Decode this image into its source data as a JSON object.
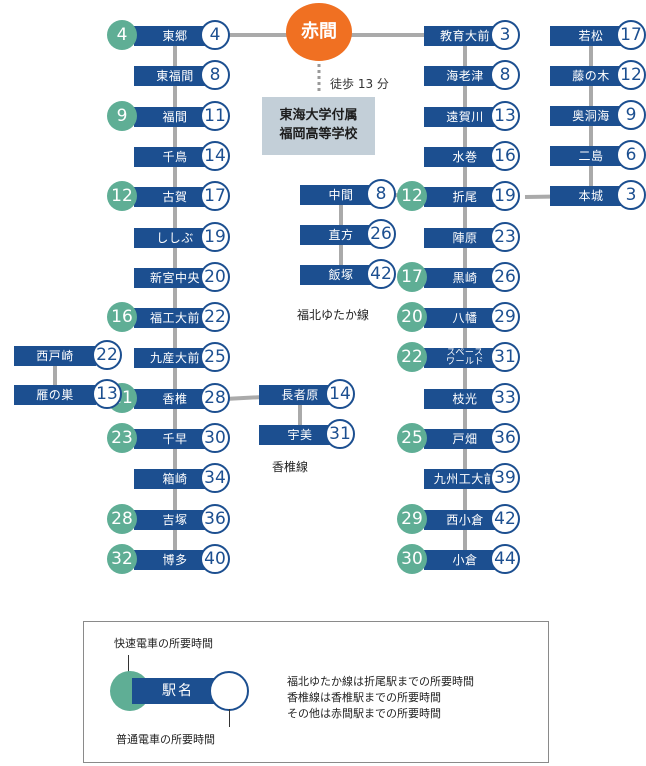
{
  "hub": {
    "label": "赤間"
  },
  "walk": {
    "text": "徒歩 13 分"
  },
  "school": {
    "line1": "東海大学付属",
    "line2": "福岡高等学校"
  },
  "captions": {
    "fukuhoku": "福北ゆたか線",
    "kashii": "香椎線"
  },
  "lines": {
    "kagoshima_south": [
      {
        "name": "東郷",
        "local": "4",
        "rapid": "4"
      },
      {
        "name": "東福間",
        "local": "8"
      },
      {
        "name": "福間",
        "local": "11",
        "rapid": "9"
      },
      {
        "name": "千鳥",
        "local": "14"
      },
      {
        "name": "古賀",
        "local": "17",
        "rapid": "12"
      },
      {
        "name": "ししぶ",
        "local": "19"
      },
      {
        "name": "新宮中央",
        "local": "20"
      },
      {
        "name": "福工大前",
        "local": "22",
        "rapid": "16"
      },
      {
        "name": "九産大前",
        "local": "25"
      },
      {
        "name": "香椎",
        "local": "28",
        "rapid": "21"
      },
      {
        "name": "千早",
        "local": "30",
        "rapid": "23"
      },
      {
        "name": "箱崎",
        "local": "34"
      },
      {
        "name": "吉塚",
        "local": "36",
        "rapid": "28"
      },
      {
        "name": "博多",
        "local": "40",
        "rapid": "32"
      }
    ],
    "west_branch": [
      {
        "name": "西戸崎",
        "local": "22"
      },
      {
        "name": "雁の巣",
        "local": "13"
      }
    ],
    "kashii_east": [
      {
        "name": "長者原",
        "local": "14"
      },
      {
        "name": "宇美",
        "local": "31"
      }
    ],
    "fukuhoku": [
      {
        "name": "中間",
        "local": "8"
      },
      {
        "name": "直方",
        "local": "26"
      },
      {
        "name": "飯塚",
        "local": "42"
      }
    ],
    "kagoshima_north": [
      {
        "name": "教育大前",
        "local": "3"
      },
      {
        "name": "海老津",
        "local": "8"
      },
      {
        "name": "遠賀川",
        "local": "13"
      },
      {
        "name": "水巻",
        "local": "16"
      },
      {
        "name": "折尾",
        "local": "19",
        "rapid": "12"
      },
      {
        "name": "陣原",
        "local": "23"
      },
      {
        "name": "黒崎",
        "local": "26",
        "rapid": "17"
      },
      {
        "name": "八幡",
        "local": "29",
        "rapid": "20"
      },
      {
        "name": "スペース ワールド",
        "local": "31",
        "rapid": "22"
      },
      {
        "name": "枝光",
        "local": "33"
      },
      {
        "name": "戸畑",
        "local": "36",
        "rapid": "25"
      },
      {
        "name": "九州工大前",
        "local": "39"
      },
      {
        "name": "西小倉",
        "local": "42",
        "rapid": "29"
      },
      {
        "name": "小倉",
        "local": "44",
        "rapid": "30"
      }
    ],
    "chikuho": [
      {
        "name": "若松",
        "local": "17"
      },
      {
        "name": "藤の木",
        "local": "12"
      },
      {
        "name": "奥洞海",
        "local": "9"
      },
      {
        "name": "二島",
        "local": "6"
      },
      {
        "name": "本城",
        "local": "3"
      }
    ]
  },
  "legend": {
    "rapid_label": "快速電車の所要時間",
    "station_label": "駅名",
    "local_label": "普通電車の所要時間",
    "note1": "福北ゆたか線は折尾駅までの所要時間",
    "note2": "香椎線は香椎駅までの所要時間",
    "note3": "その他は赤間駅までの所要時間"
  },
  "colors": {
    "station": "#1c4f90",
    "rapid": "#5fae95",
    "hub": "#f07022",
    "line": "#aaaaaa"
  }
}
